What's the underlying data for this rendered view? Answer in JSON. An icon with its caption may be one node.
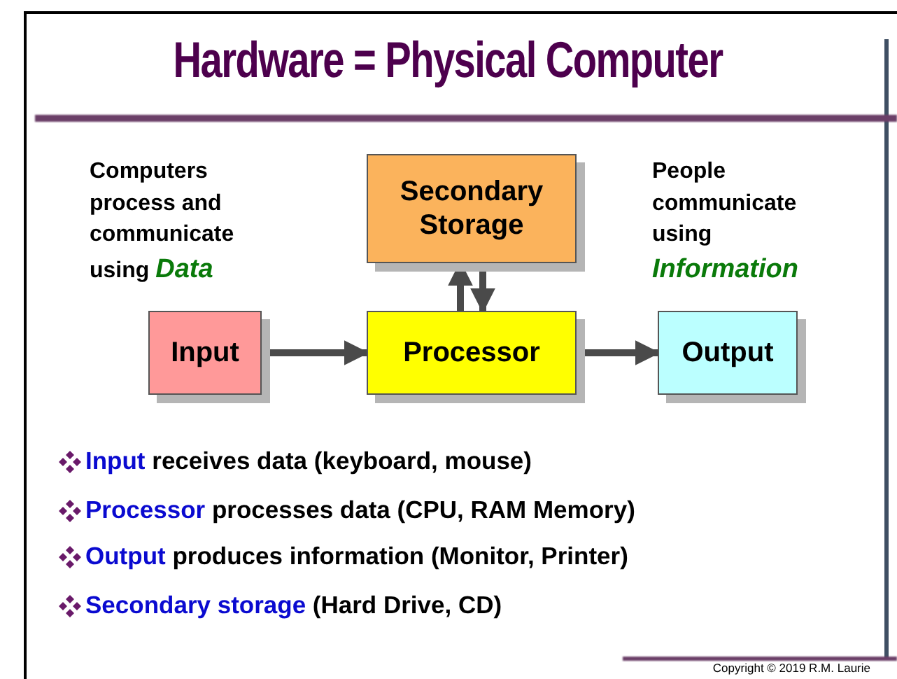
{
  "diagram": {
    "title": "Hardware = Physical Computer",
    "nodes": [
      {
        "text": [
          "Secondary Storage"
        ]
      },
      {
        "text": [
          "Input"
        ]
      },
      {
        "text": [
          "Processor"
        ]
      },
      {
        "text": [
          "Output"
        ]
      }
    ],
    "edges": [
      {
        "from": 1,
        "to": 2,
        "arrow": "to"
      },
      {
        "from": 2,
        "to": 3,
        "arrow": "to"
      },
      {
        "from": 2,
        "to": 0,
        "arrow": "to"
      },
      {
        "from": 0,
        "to": 2,
        "arrow": "to"
      }
    ],
    "labels": [
      "Computers process and communicate using *Data*",
      "People communicate using *Information*",
      "**Input** receives data (keyboard, mouse)",
      "**Processor** processes data (CPU, RAM Memory)",
      "**Output** produces information (Monitor, Printer)",
      "**Secondary storage** (Hard Drive, CD)",
      "Copyright © 2019  R.M. Laurie"
    ]
  }
}
